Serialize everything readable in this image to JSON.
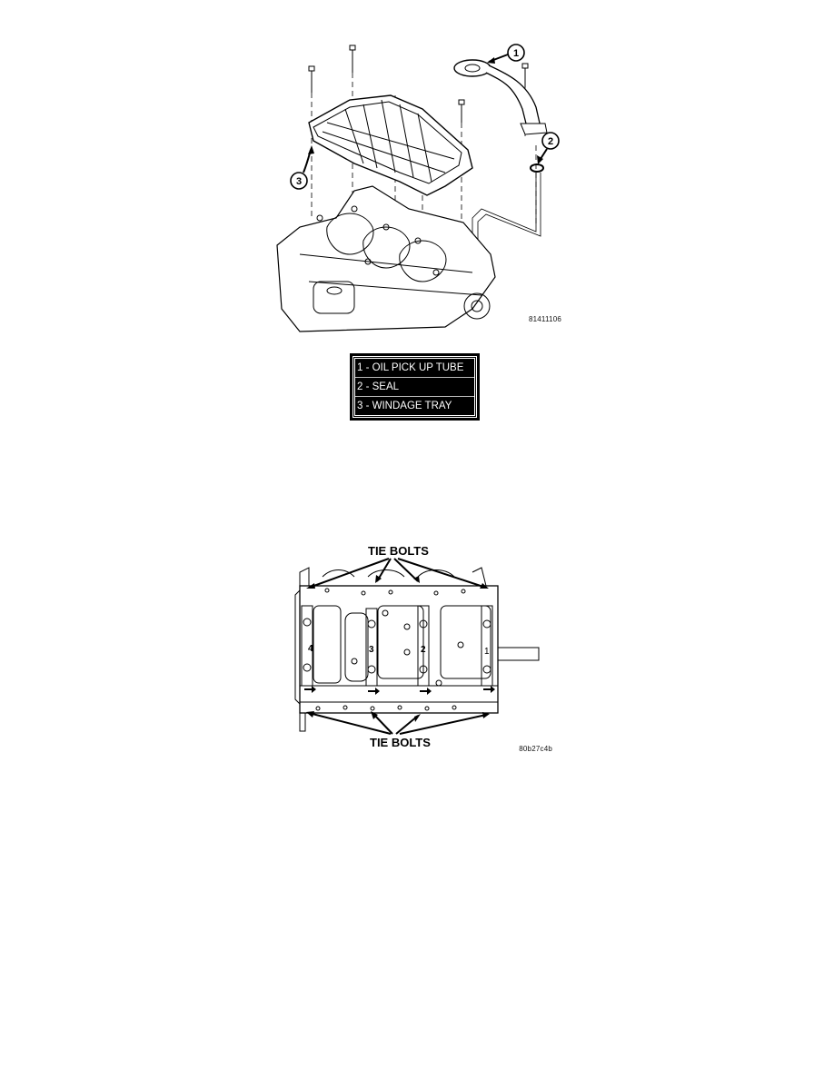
{
  "figure1": {
    "id": "81411106",
    "callouts": [
      "1",
      "2",
      "3"
    ]
  },
  "legend": {
    "items": [
      {
        "label": "1 - OIL PICK UP TUBE"
      },
      {
        "label": "2 - SEAL"
      },
      {
        "label": "3 - WINDAGE TRAY"
      }
    ]
  },
  "figure2": {
    "id": "80b27c4b",
    "label_top": "TIE BOLTS",
    "label_bottom": "TIE BOLTS",
    "bearing_numbers": [
      "4",
      "3",
      "2",
      "1"
    ]
  }
}
